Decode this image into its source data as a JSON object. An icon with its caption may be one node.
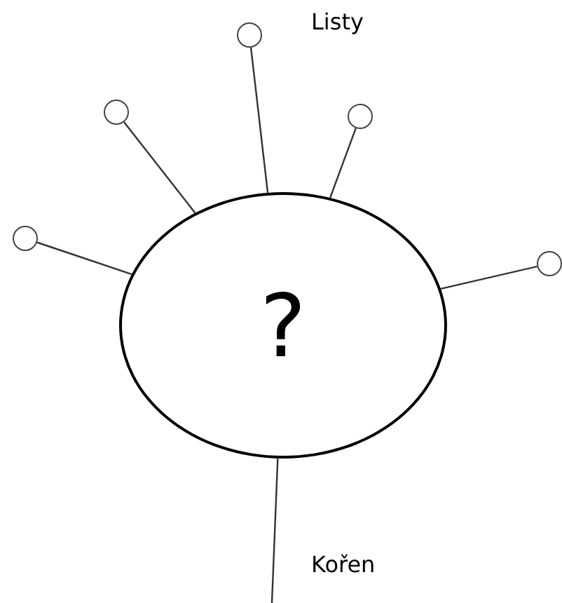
{
  "diagram": {
    "nodes": [
      {
        "text": [
          "?"
        ]
      },
      {
        "text": [],
        "shape": "circle"
      },
      {
        "text": [],
        "shape": "circle"
      },
      {
        "text": [],
        "shape": "circle"
      },
      {
        "text": [],
        "shape": "circle"
      },
      {
        "text": [],
        "shape": "circle"
      }
    ],
    "edges": [
      {
        "from": 0,
        "to": 1,
        "arrow": "none"
      },
      {
        "from": 0,
        "to": 2,
        "arrow": "none"
      },
      {
        "from": 0,
        "to": 3,
        "arrow": "none"
      },
      {
        "from": 0,
        "to": 4,
        "arrow": "none"
      },
      {
        "from": 0,
        "to": 5,
        "arrow": "none"
      },
      {
        "from": 0,
        "to": null,
        "arrow": "none"
      }
    ],
    "labels": [
      "Listy",
      "Kořen"
    ]
  }
}
